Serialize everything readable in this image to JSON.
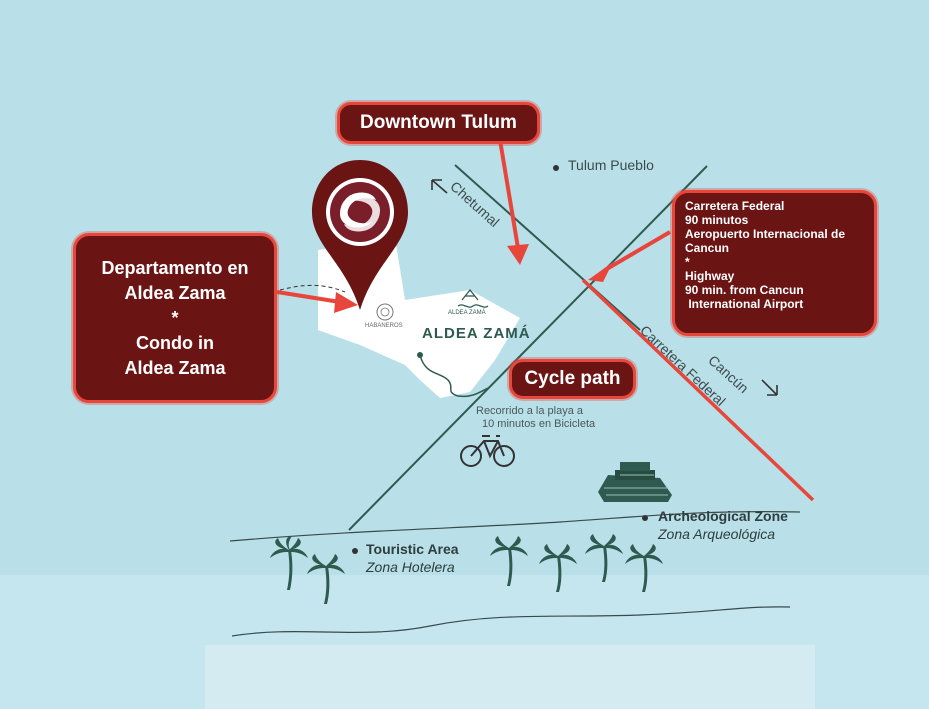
{
  "callouts": {
    "downtown": "Downtown Tulum",
    "condo": [
      "Departamento en",
      "Aldea Zama",
      "*",
      "Condo in",
      "Aldea Zama"
    ],
    "cycle": "Cycle path",
    "highway": [
      "Carretera Federal",
      "90 minutos",
      "Aeropuerto  Internacional de",
      "Cancun",
      "*",
      "Highway",
      "90 min. from Cancun",
      " International Airport"
    ]
  },
  "places": {
    "tulum_pueblo": "Tulum Pueblo",
    "chetumal": "Chetumal",
    "cancun": "Cancún",
    "carretera": "Carretera Federal",
    "aldea_zama_logo": "ALDEA ZAMÁ",
    "aldea_zama_small": "ALDEA ZAMÁ",
    "habaneros": "HABANEROS",
    "cycle_note": [
      "Recorrido a la playa a",
      "10 minutos en Bicicleta"
    ],
    "arch_en": "Archeological Zone",
    "arch_es": "Zona Arqueológica",
    "tour_en": "Touristic Area",
    "tour_es": "Zona Hotelera"
  },
  "colors": {
    "water": "#b9e0e9",
    "callout_fill": "#6b1414",
    "callout_border": "#e8463a",
    "road": "#2f5a4f",
    "arrow": "#e8463a"
  }
}
